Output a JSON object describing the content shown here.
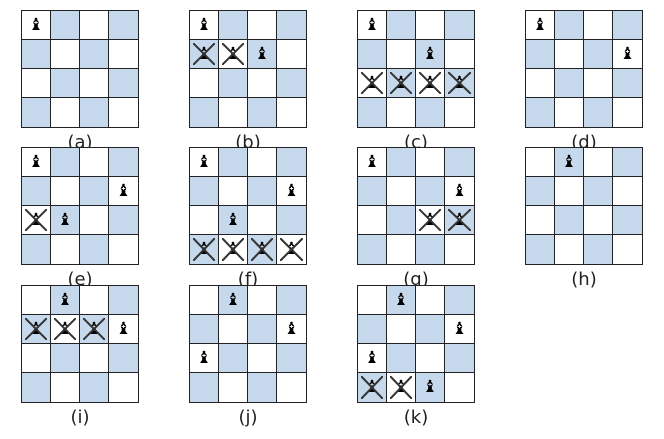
{
  "colors": {
    "dark": "#c6d8ec",
    "light": "#ffffff",
    "grid": "#222222"
  },
  "piece_glyph": "♝",
  "piece_icon": "bishop-icon",
  "boards": [
    {
      "label": "(a)",
      "pieces": [
        [
          0,
          0
        ]
      ],
      "crossed": []
    },
    {
      "label": "(b)",
      "pieces": [
        [
          0,
          0
        ],
        [
          1,
          2
        ]
      ],
      "crossed": [
        [
          1,
          0
        ],
        [
          1,
          1
        ]
      ]
    },
    {
      "label": "(c)",
      "pieces": [
        [
          0,
          0
        ],
        [
          1,
          2
        ]
      ],
      "crossed": [
        [
          2,
          0
        ],
        [
          2,
          1
        ],
        [
          2,
          2
        ],
        [
          2,
          3
        ]
      ]
    },
    {
      "label": "(d)",
      "pieces": [
        [
          0,
          0
        ],
        [
          1,
          3
        ]
      ],
      "crossed": []
    },
    {
      "label": "(e)",
      "pieces": [
        [
          0,
          0
        ],
        [
          1,
          3
        ],
        [
          2,
          1
        ]
      ],
      "crossed": [
        [
          2,
          0
        ]
      ]
    },
    {
      "label": "(f)",
      "pieces": [
        [
          0,
          0
        ],
        [
          1,
          3
        ],
        [
          2,
          1
        ]
      ],
      "crossed": [
        [
          3,
          0
        ],
        [
          3,
          1
        ],
        [
          3,
          2
        ],
        [
          3,
          3
        ]
      ]
    },
    {
      "label": "(g)",
      "pieces": [
        [
          0,
          0
        ],
        [
          1,
          3
        ]
      ],
      "crossed": [
        [
          2,
          2
        ],
        [
          2,
          3
        ]
      ]
    },
    {
      "label": "(h)",
      "pieces": [
        [
          0,
          1
        ]
      ],
      "crossed": []
    },
    {
      "label": "(i)",
      "pieces": [
        [
          0,
          1
        ],
        [
          1,
          3
        ]
      ],
      "crossed": [
        [
          1,
          0
        ],
        [
          1,
          1
        ],
        [
          1,
          2
        ]
      ]
    },
    {
      "label": "(j)",
      "pieces": [
        [
          0,
          1
        ],
        [
          1,
          3
        ],
        [
          2,
          0
        ]
      ],
      "crossed": []
    },
    {
      "label": "(k)",
      "pieces": [
        [
          0,
          1
        ],
        [
          1,
          3
        ],
        [
          2,
          0
        ],
        [
          3,
          2
        ]
      ],
      "crossed": [
        [
          3,
          0
        ],
        [
          3,
          1
        ]
      ]
    }
  ]
}
